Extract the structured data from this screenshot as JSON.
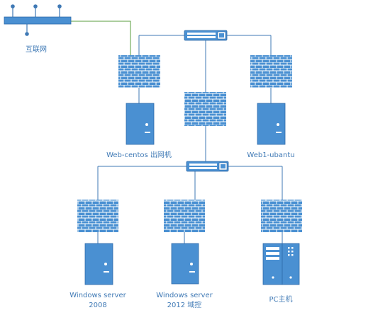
{
  "labels": {
    "internet": "互联网",
    "web_centos": "Web-centos 出网机",
    "web1_ubuntu": "Web1-ubantu",
    "win2008_line1": "Windows server",
    "win2008_line2": "2008",
    "win2012_line1": "Windows server",
    "win2012_line2": "2012 域控",
    "pc": "PC主机"
  },
  "icons": {
    "router": "router-icon",
    "switch": "switch-icon",
    "firewall": "firewall-icon",
    "server": "server-tower-icon",
    "pc": "pc-tower-icon"
  },
  "colors": {
    "device_fill": "#4a90d2",
    "device_dark": "#2e6aa8",
    "connection_line": "#3f79b5",
    "uplink_line": "#5a9e3c",
    "label_text": "#3f79b5"
  }
}
